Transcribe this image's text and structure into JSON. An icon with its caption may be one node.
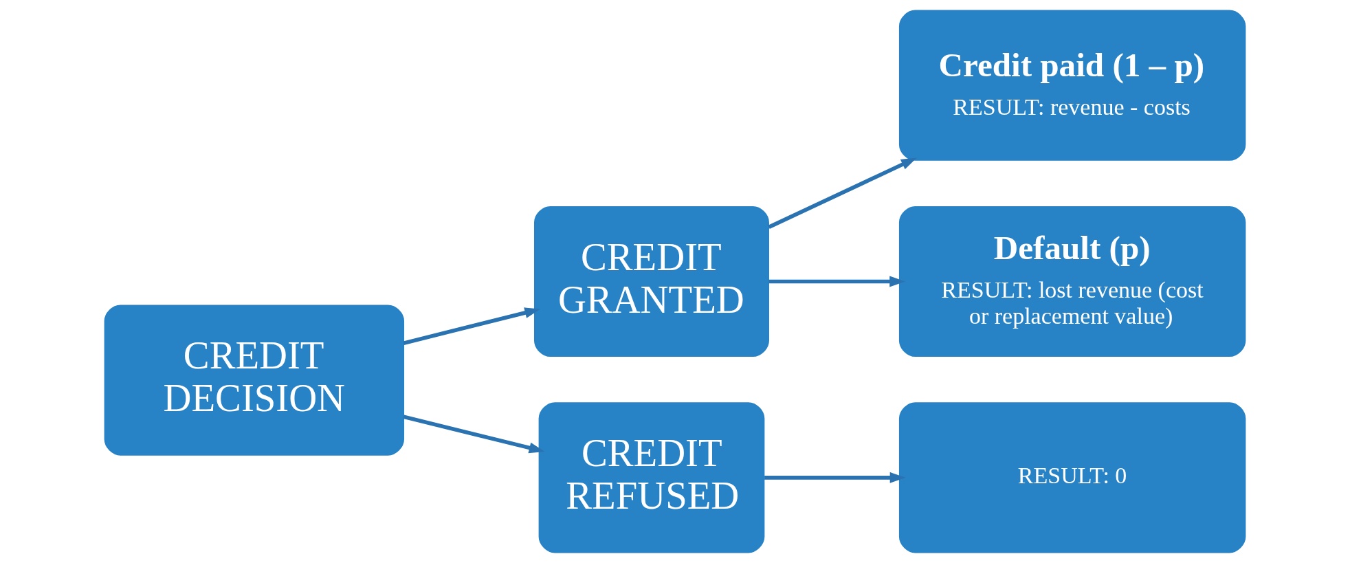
{
  "diagram": {
    "nodes": [
      {
        "text": [
          "CREDIT DECISION"
        ]
      },
      {
        "text": [
          "CREDIT GRANTED"
        ]
      },
      {
        "text": [
          "CREDIT REFUSED"
        ]
      },
      {
        "text": [
          "Credit paid (1 – p)",
          "RESULT: revenue - costs"
        ]
      },
      {
        "text": [
          "Default (p)",
          "RESULT: lost revenue (cost or replacement value)"
        ]
      },
      {
        "text": [
          "RESULT: 0"
        ]
      }
    ],
    "edges": [
      {
        "from": 0,
        "to": 1,
        "arrow": "to"
      },
      {
        "from": 0,
        "to": 2,
        "arrow": "to"
      },
      {
        "from": 1,
        "to": 3,
        "arrow": "to"
      },
      {
        "from": 1,
        "to": 4,
        "arrow": "to"
      },
      {
        "from": 2,
        "to": 5,
        "arrow": "to"
      }
    ]
  }
}
